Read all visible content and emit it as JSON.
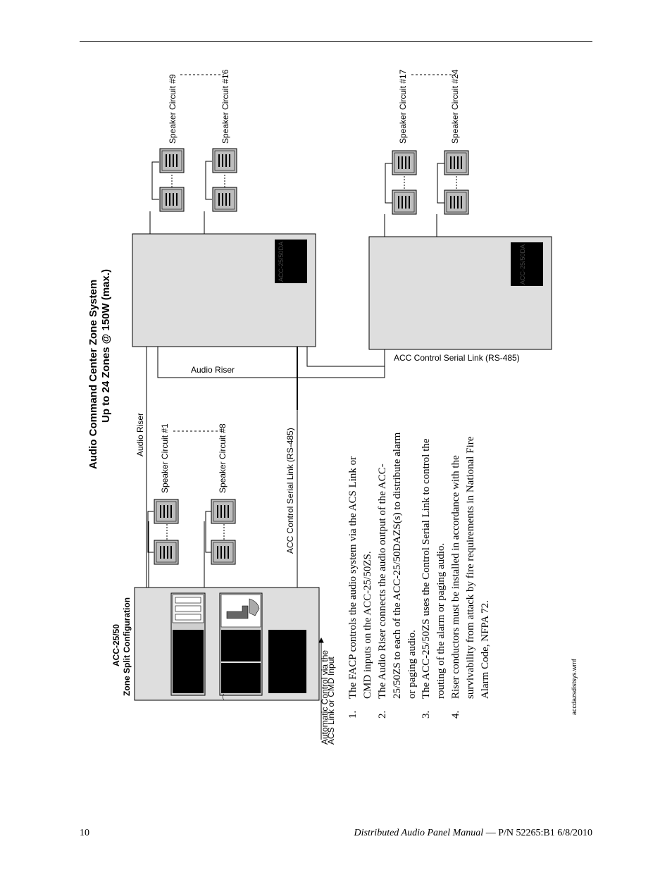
{
  "header": {},
  "diagram": {
    "title_line1": "Audio Command Center Zone System",
    "title_line2": "Up to 24 Zones @ 150W (max.)",
    "panel_title_line1": "ACC-25/50",
    "panel_title_line2": "Zone Split Configuration",
    "auto_control_line1": "Automatic Control via the",
    "auto_control_line2": "ACS Link or CMD Input",
    "audio_riser_vertical": "Audio Riser",
    "audio_riser_horizontal": "Audio Riser",
    "serial_link_vertical": "ACC Control Serial Link (RS-485)",
    "serial_link_horizontal": "ACC Control Serial Link (RS-485)",
    "module_1_label": "ACC-25/50DA",
    "module_2_label": "ACC-25/50DA",
    "speaker_circuits": {
      "c1": "Speaker Circuit #1",
      "c8": "Speaker Circuit #8",
      "c9": "Speaker Circuit #9",
      "c16": "Speaker Circuit #16",
      "c17": "Speaker Circuit #17",
      "c24": "Speaker Circuit #24"
    },
    "file_name": "accdazsdistsys.wmf"
  },
  "notes": [
    {
      "num": "1.",
      "line1": "The FACP controls the audio system via the ACS Link or",
      "line2": "CMD inputs on the ACC-25/50ZS.",
      "line3": ""
    },
    {
      "num": "2.",
      "line1": "The Audio Riser connects the audio output of the ACC-",
      "line2": "25/50ZS to each of the ACC-25/50DAZS(s) to distribute alarm",
      "line3": "or paging audio."
    },
    {
      "num": "3.",
      "line1": "The ACC-25/50ZS uses the Control Serial Link to control the",
      "line2": "routing of the alarm or paging audio.",
      "line3": ""
    },
    {
      "num": "4.",
      "line1": "Riser conductors must be installed in accordance with the",
      "line2": "survivability from attack by fire requirements in National Fire",
      "line3": "Alarm Code, NFPA 72."
    }
  ],
  "footer": {
    "page_number": "10",
    "manual": "Distributed Audio Panel Manual",
    "dash": " — ",
    "part_number": "P/N 52265:B1  6/8/2010"
  }
}
